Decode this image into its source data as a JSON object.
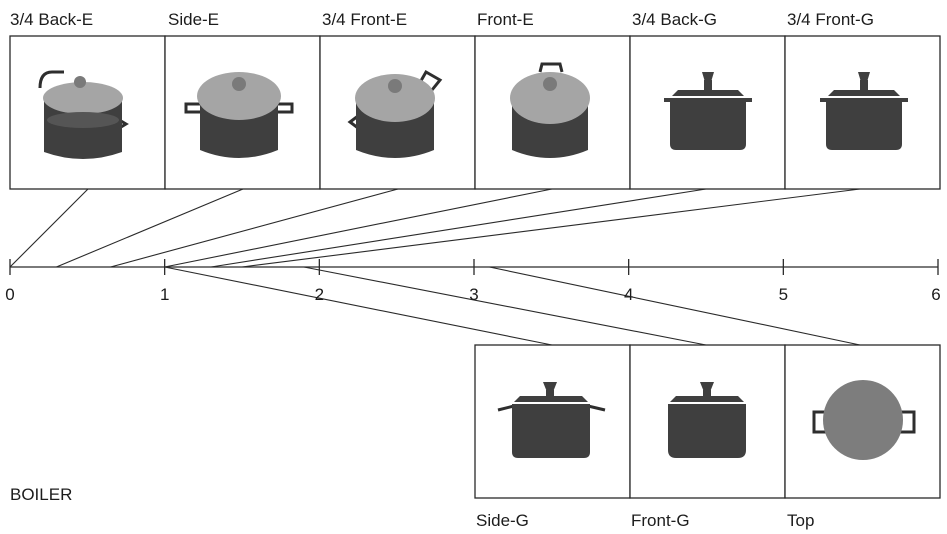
{
  "object_label": "BOILER",
  "top_views": [
    "3/4 Back-E",
    "Side-E",
    "3/4 Front-E",
    "Front-E",
    "3/4 Back-G",
    "3/4 Front-G"
  ],
  "bottom_views": [
    "Side-G",
    "Front-G",
    "Top"
  ],
  "axis": {
    "min": 0,
    "max": 6,
    "tick_labels": [
      "0",
      "1",
      "2",
      "3",
      "4",
      "5",
      "6"
    ]
  },
  "top_view_axis_values": [
    0.0,
    0.3,
    0.65,
    1.0,
    1.3,
    1.5
  ],
  "bottom_view_axis_values": [
    1.0,
    1.9,
    3.1
  ],
  "colors": {
    "line": "#2a2a2a",
    "pot_body": "#3f3f3f",
    "lid": "#a5a5a5",
    "background": "#ffffff"
  }
}
